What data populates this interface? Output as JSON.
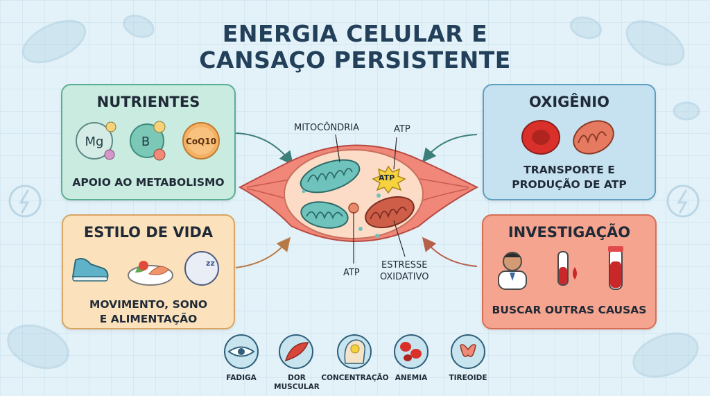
{
  "title": {
    "line1": "ENERGIA CELULAR E",
    "line2": "CANSAÇO PERSISTENTE"
  },
  "panels": {
    "nutrientes": {
      "title": "NUTRIENTES",
      "subtitle": "APOIO AO METABOLISMO",
      "items": [
        {
          "label": "Mg",
          "color": "#cfe7e2"
        },
        {
          "label": "B",
          "color": "#7cc8b6"
        },
        {
          "label": "CoQ10",
          "color": "#f4b063"
        }
      ]
    },
    "oxigenio": {
      "title": "OXIGÊNIO",
      "subtitle_line1": "TRANSPORTE E",
      "subtitle_line2": "PRODUÇÃO DE ATP"
    },
    "estilo": {
      "title": "ESTILO DE VIDA",
      "subtitle_line1": "MOVIMENTO, SONO",
      "subtitle_line2": "E ALIMENTAÇÃO"
    },
    "investigacao": {
      "title": "INVESTIGAÇÃO",
      "subtitle": "BUSCAR OUTRAS CAUSAS"
    }
  },
  "cell_labels": {
    "mitocondria": "MITOCÔNDRIA",
    "atp_top": "ATP",
    "atp_badge": "ATP",
    "atp_bottom": "ATP",
    "estresse_line1": "ESTRESSE",
    "estresse_line2": "OXIDATIVO"
  },
  "symptoms": [
    {
      "label": "FADIGA",
      "icon": "eye-icon"
    },
    {
      "label_line1": "DOR",
      "label_line2": "MUSCULAR",
      "icon": "muscle-icon"
    },
    {
      "label": "CONCENTRAÇÃO",
      "icon": "head-lightbulb-icon"
    },
    {
      "label": "ANEMIA",
      "icon": "blood-cells-icon"
    },
    {
      "label": "TIREOIDE",
      "icon": "thyroid-icon"
    }
  ],
  "colors": {
    "nutrientes_bg": "#c9ebe0",
    "nutrientes_border": "#5cae94",
    "oxigenio_bg": "#c6e2f0",
    "oxigenio_border": "#5f9fc0",
    "estilo_bg": "#fbe1bc",
    "estilo_border": "#d9a562",
    "investigacao_bg": "#f5a48f",
    "investigacao_border": "#d66e55"
  }
}
